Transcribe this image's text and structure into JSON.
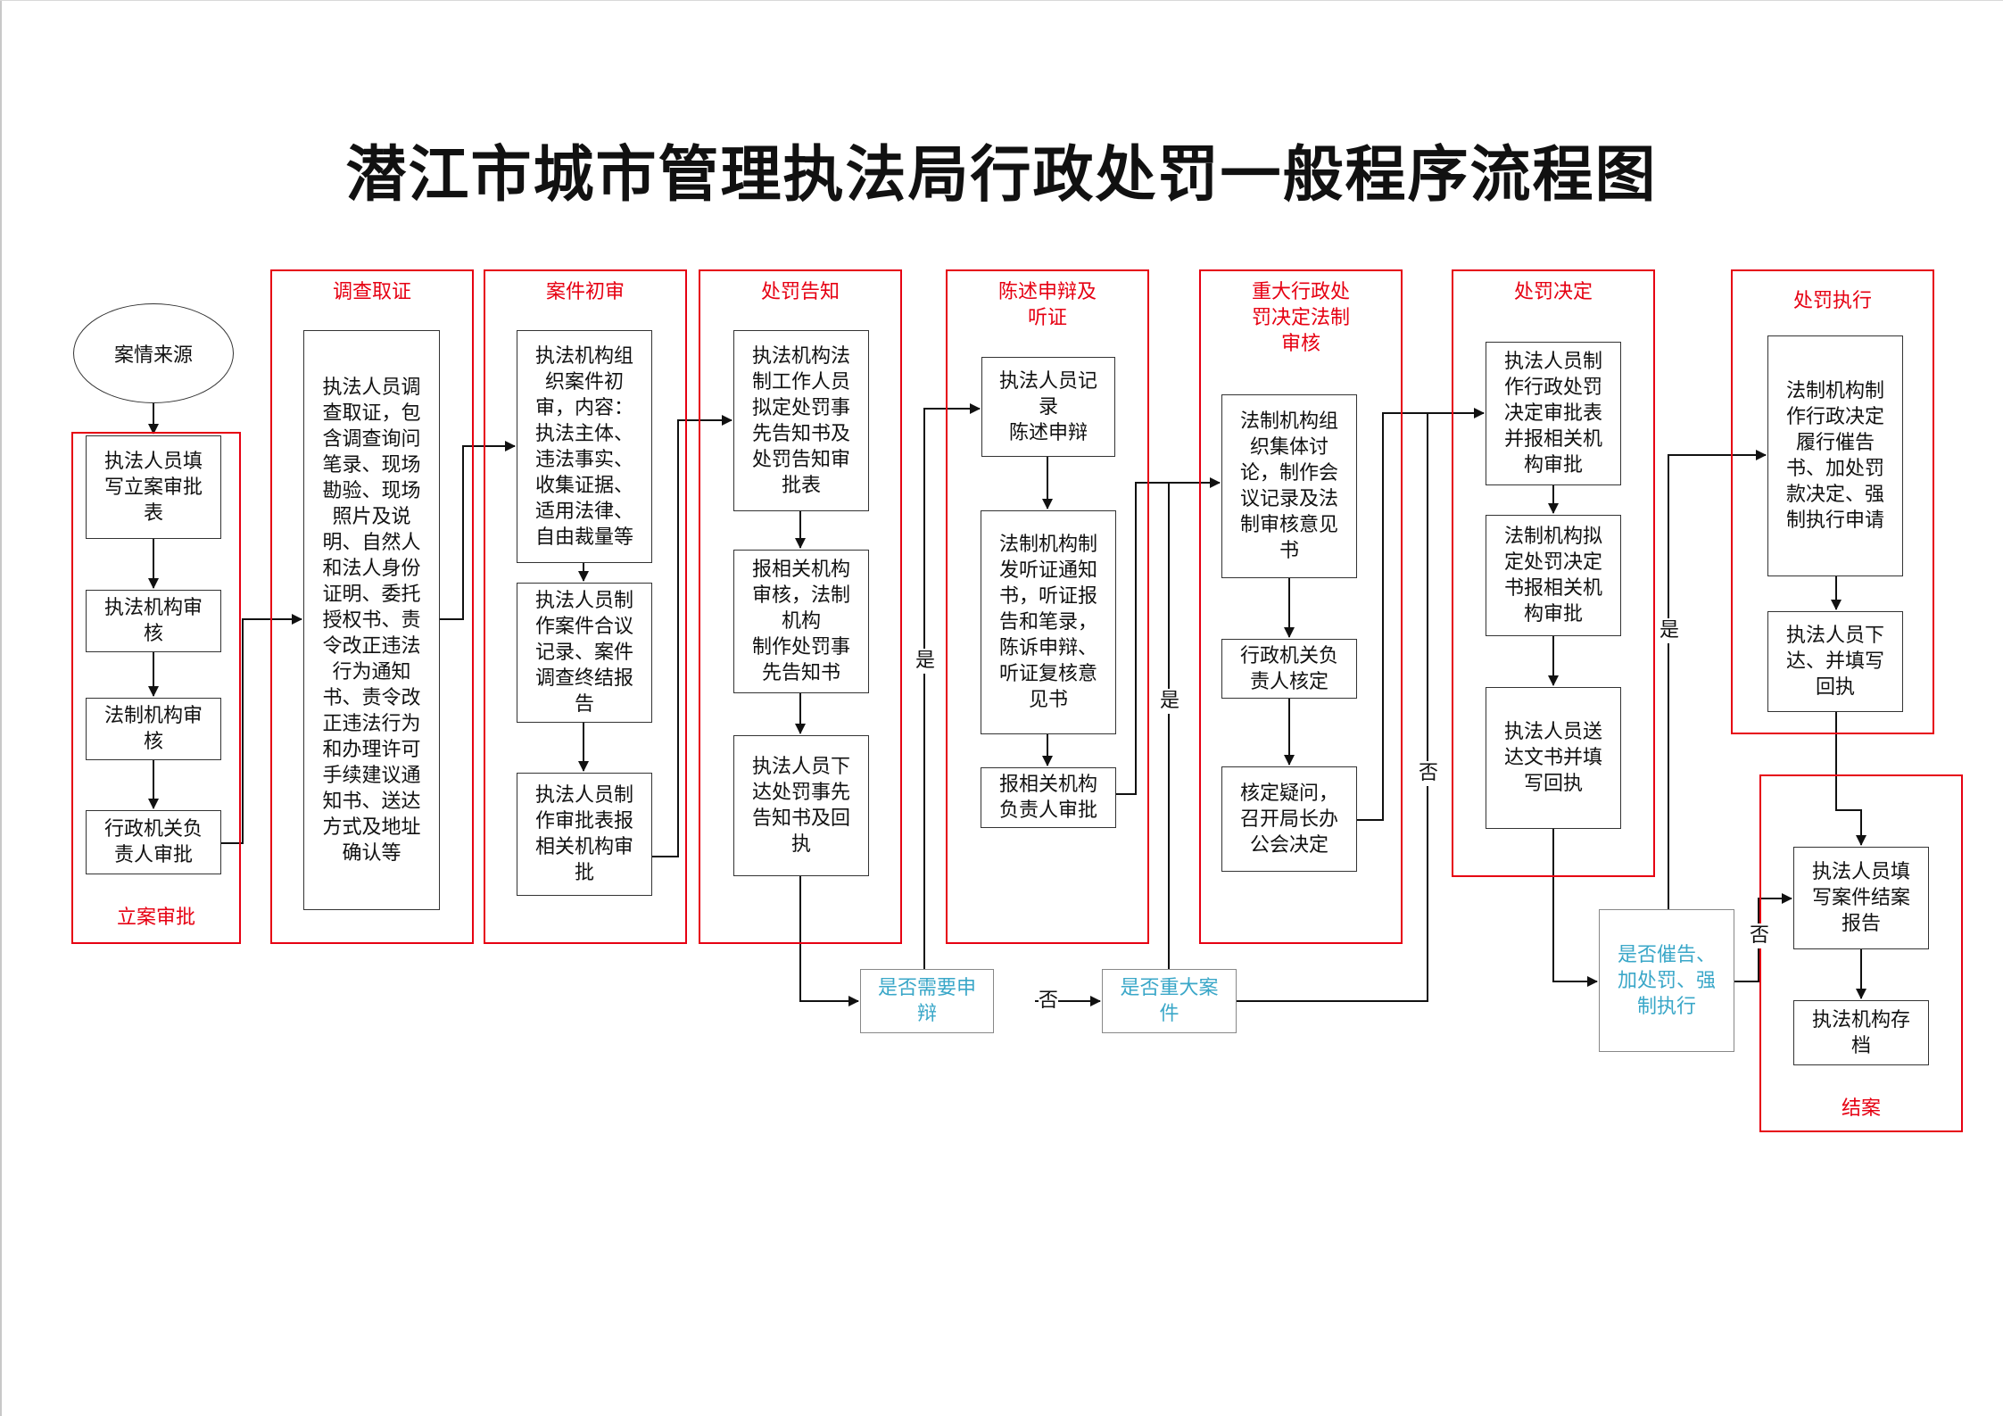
{
  "title": "潜江市城市管理执法局行政处罚一般程序流程图",
  "start": "案情来源",
  "stages": {
    "filing": "立案审批",
    "investigation": "调查取证",
    "preliminary": "案件初审",
    "notice": "处罚告知",
    "hearing": "陈述申辩及\n听证",
    "legal_review": "重大行政处\n罚决定法制\n审核",
    "decision": "处罚决定",
    "execution": "处罚执行",
    "closing": "结案"
  },
  "boxes": {
    "f1": "执法人员填\n写立案审批\n表",
    "f2": "执法机构审\n核",
    "f3": "法制机构审\n核",
    "f4": "行政机关负\n责人审批",
    "inv1": "执法人员调\n查取证，包\n含调查询问\n笔录、现场\n勘验、现场\n照片及说\n明、自然人\n和法人身份\n证明、委托\n授权书、责\n令改正违法\n行为通知\n书、责令改\n正违法行为\n和办理许可\n手续建议通\n知书、送达\n方式及地址\n确认等",
    "pre1": "执法机构组\n织案件初\n审，内容：\n执法主体、\n违法事实、\n收集证据、\n适用法律、\n自由裁量等",
    "pre2": "执法人员制\n作案件合议\n记录、案件\n调查终结报\n告",
    "pre3": "执法人员制\n作审批表报\n相关机构审\n批",
    "not1": "执法机构法\n制工作人员\n拟定处罚事\n先告知书及\n处罚告知审\n批表",
    "not2": "报相关机构\n审核，法制\n机构\n制作处罚事\n先告知书",
    "not3": "执法人员下\n达处罚事先\n告知书及回\n执",
    "hear1": "执法人员记\n录\n陈述申辩",
    "hear2": "法制机构制\n发听证通知\n书，听证报\n告和笔录，\n陈诉申辩、\n听证复核意\n见书",
    "hear3": "报相关机构\n负责人审批",
    "leg1": "法制机构组\n织集体讨\n论，制作会\n议记录及法\n制审核意见\n书",
    "leg2": "行政机关负\n责人核定",
    "leg3": "核定疑问，\n召开局长办\n公会决定",
    "dec1": "执法人员制\n作行政处罚\n决定审批表\n并报相关机\n构审批",
    "dec2": "法制机构拟\n定处罚决定\n书报相关机\n构审批",
    "dec3": "执法人员送\n达文书并填\n写回执",
    "exe1": "法制机构制\n作行政决定\n履行催告\n书、加处罚\n款决定、强\n制执行申请",
    "exe2": "执法人员下\n达、并填写\n回执",
    "clo1": "执法人员填\n写案件结案\n报告",
    "clo2": "执法机构存\n档"
  },
  "decisions": {
    "d1": "是否需要申\n辩",
    "d2": "是否重大案\n件",
    "d3": "是否催告、\n加处罚、强\n制执行"
  },
  "edge_labels": {
    "yes": "是",
    "no": "否"
  }
}
